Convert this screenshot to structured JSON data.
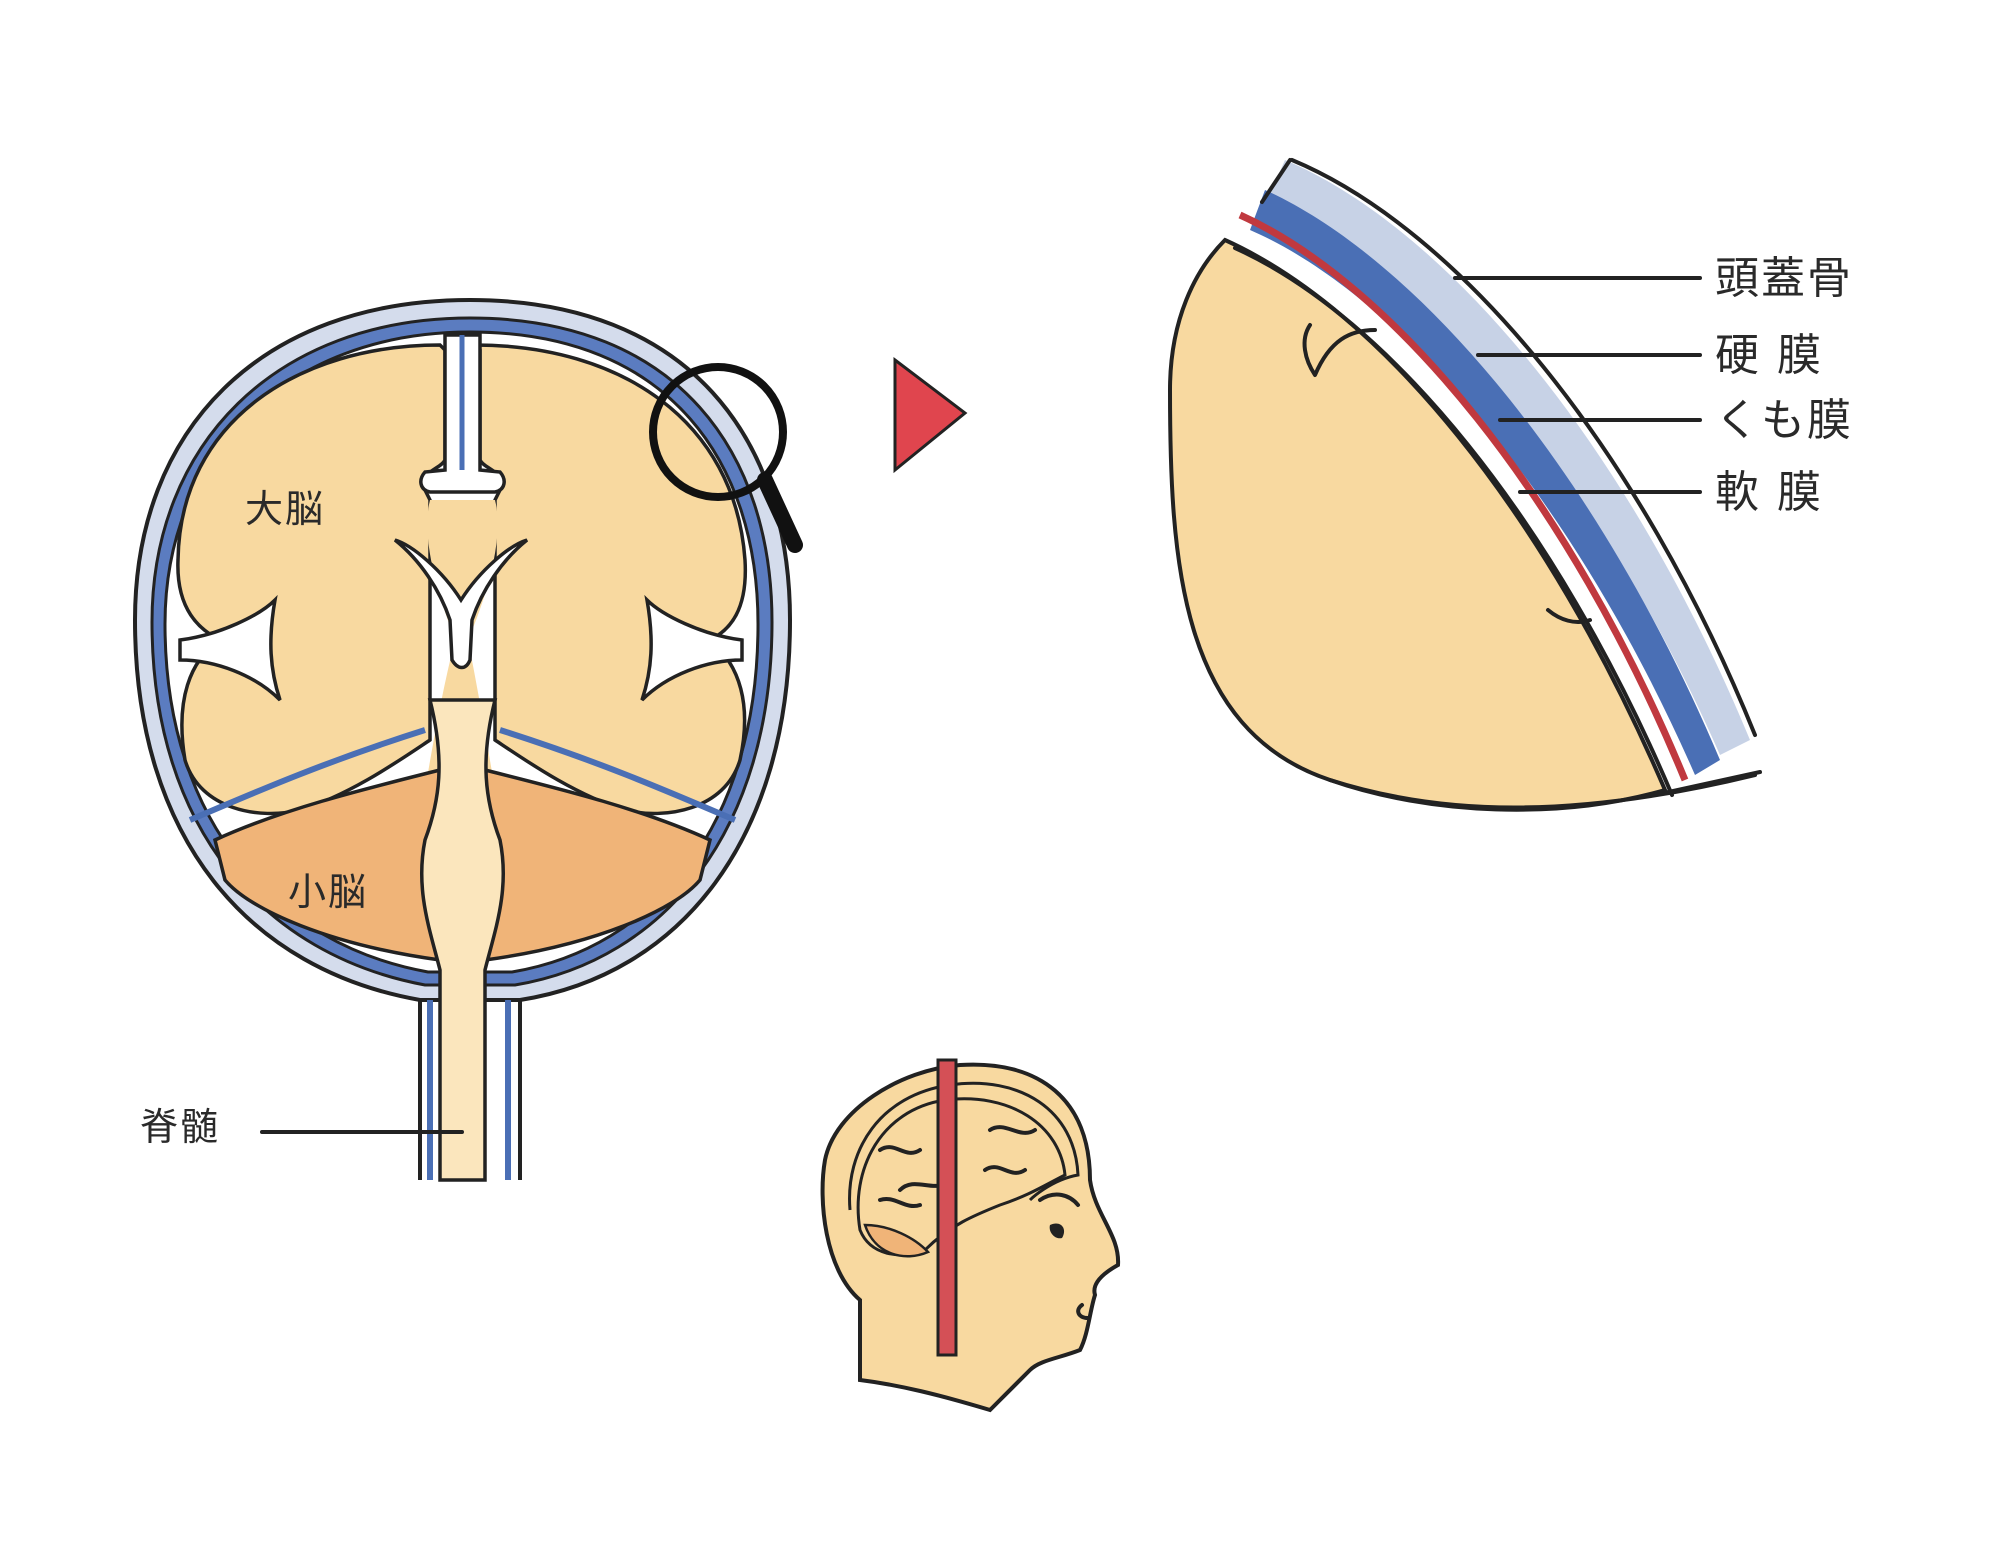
{
  "labels": {
    "cerebrum": "大脳",
    "cerebellum": "小脳",
    "spinal_cord": "脊髄",
    "skull": "頭蓋骨",
    "dura_mater": "硬 膜",
    "arachnoid": "くも膜",
    "pia_mater": "軟 膜"
  },
  "colors": {
    "brain": "#f8d9a0",
    "cerebellum": "#f0b478",
    "skull": "#c7d2e6",
    "dura": "#4a6fb5",
    "arachnoid": "#c0393f",
    "ink": "#222222",
    "pointer": "#e0454e"
  },
  "icons": {
    "magnifier": "magnifying-glass-icon",
    "pointer": "triangle-right-icon"
  }
}
